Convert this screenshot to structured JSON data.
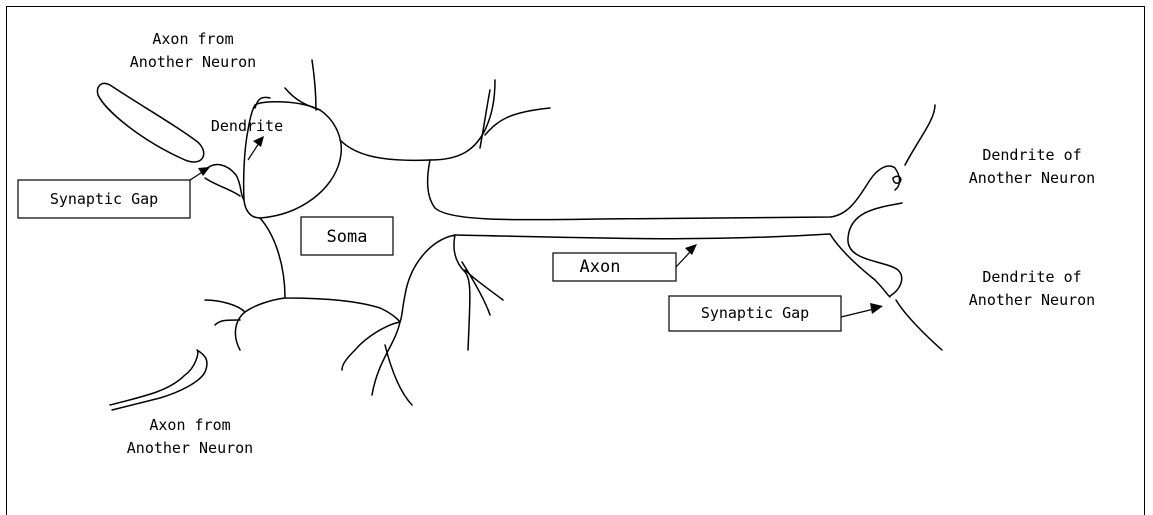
{
  "diagram": {
    "labels": {
      "axon_from_top_line1": "Axon from",
      "axon_from_top_line2": "Another Neuron",
      "dendrite": "Dendrite",
      "synaptic_gap_left": "Synaptic Gap",
      "soma": "Soma",
      "axon": "Axon",
      "synaptic_gap_right": "Synaptic Gap",
      "dendrite_of_top_line1": "Dendrite of",
      "dendrite_of_top_line2": "Another Neuron",
      "dendrite_of_bottom_line1": "Dendrite of",
      "dendrite_of_bottom_line2": "Another Neuron",
      "axon_from_bottom_line1": "Axon from",
      "axon_from_bottom_line2": "Another Neuron"
    },
    "colors": {
      "stroke": "#000000",
      "background": "#ffffff"
    }
  }
}
